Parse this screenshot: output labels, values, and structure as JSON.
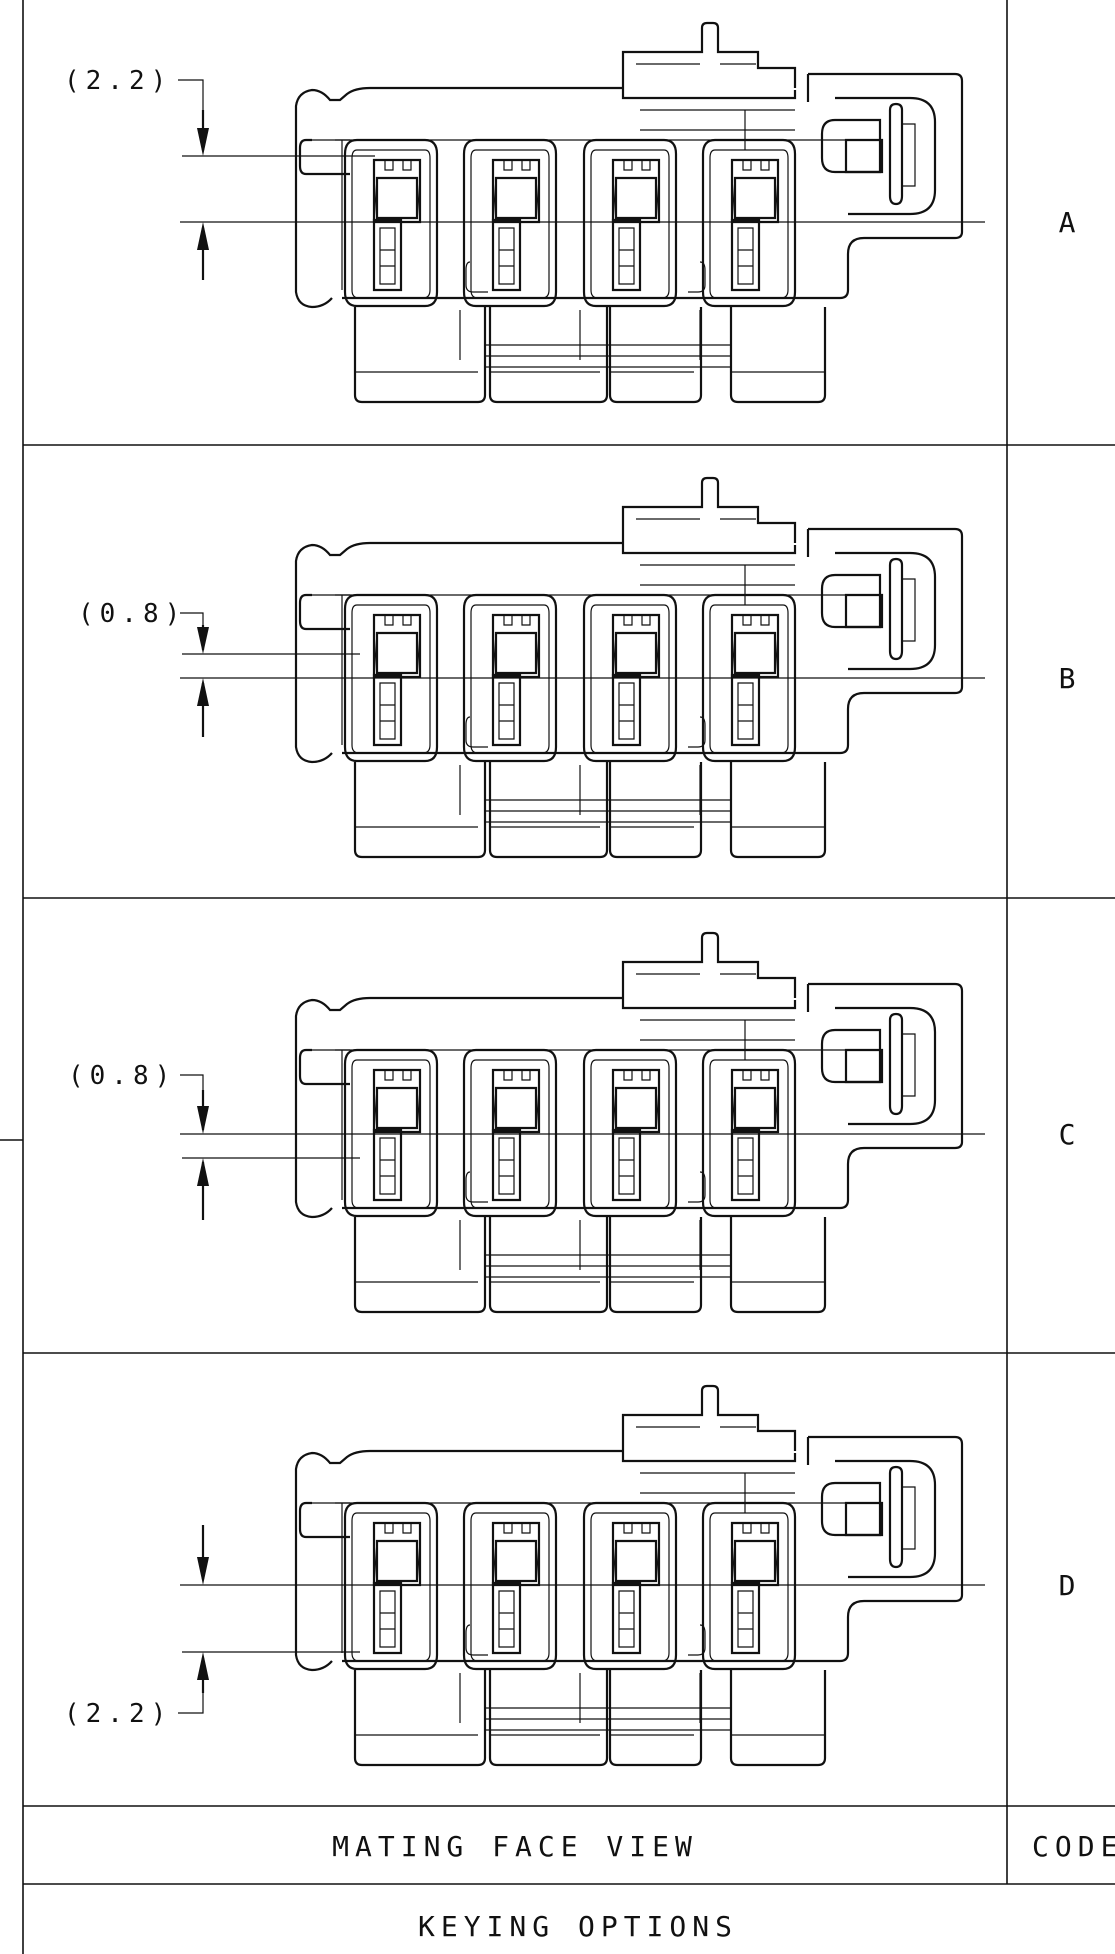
{
  "rows": [
    {
      "code": "A",
      "dimension": "(2.2)",
      "label_pos": "top"
    },
    {
      "code": "B",
      "dimension": "(0.8)",
      "label_pos": "top"
    },
    {
      "code": "C",
      "dimension": "(0.8)",
      "label_pos": "top"
    },
    {
      "code": "D",
      "dimension": "(2.2)",
      "label_pos": "bottom"
    }
  ],
  "footer": {
    "view_label": "MATING FACE VIEW",
    "code_label": "CODE",
    "title": "KEYING OPTIONS"
  }
}
